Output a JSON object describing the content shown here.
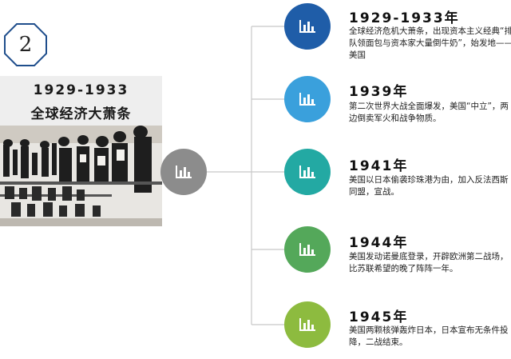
{
  "badge": {
    "number": "2"
  },
  "title": {
    "line1": "1929-1933",
    "line2": "全球经济大萧条"
  },
  "icons": {
    "hub": "bar-chart-icon",
    "node": "bar-chart-icon"
  },
  "colors": {
    "hub": "#8c8c8c",
    "line": "#c8c8c8"
  },
  "events": [
    {
      "year": "1929-1933年",
      "desc": "全球经济危机大萧条，出现资本主义经典“排队领面包与资本家大量倒牛奶”，始发地——美国",
      "color": "#1f5da8"
    },
    {
      "year": "1939年",
      "desc": "第二次世界大战全面爆发，美国“中立”，两边倒卖军火和战争物质。",
      "color": "#3aa0dc"
    },
    {
      "year": "1941年",
      "desc": "美国以日本偷袭珍珠港为由，加入反法西斯同盟，宣战。",
      "color": "#23a9a3"
    },
    {
      "year": "1944年",
      "desc": "美国发动诺曼底登录，开辟欧洲第二战场，比苏联希望的晚了阵阵一年。",
      "color": "#54a85a"
    },
    {
      "year": "1945年",
      "desc": "美国两颗核弹轰炸日本，日本宣布无条件投降，二战结束。",
      "color": "#8dbb3f"
    }
  ]
}
